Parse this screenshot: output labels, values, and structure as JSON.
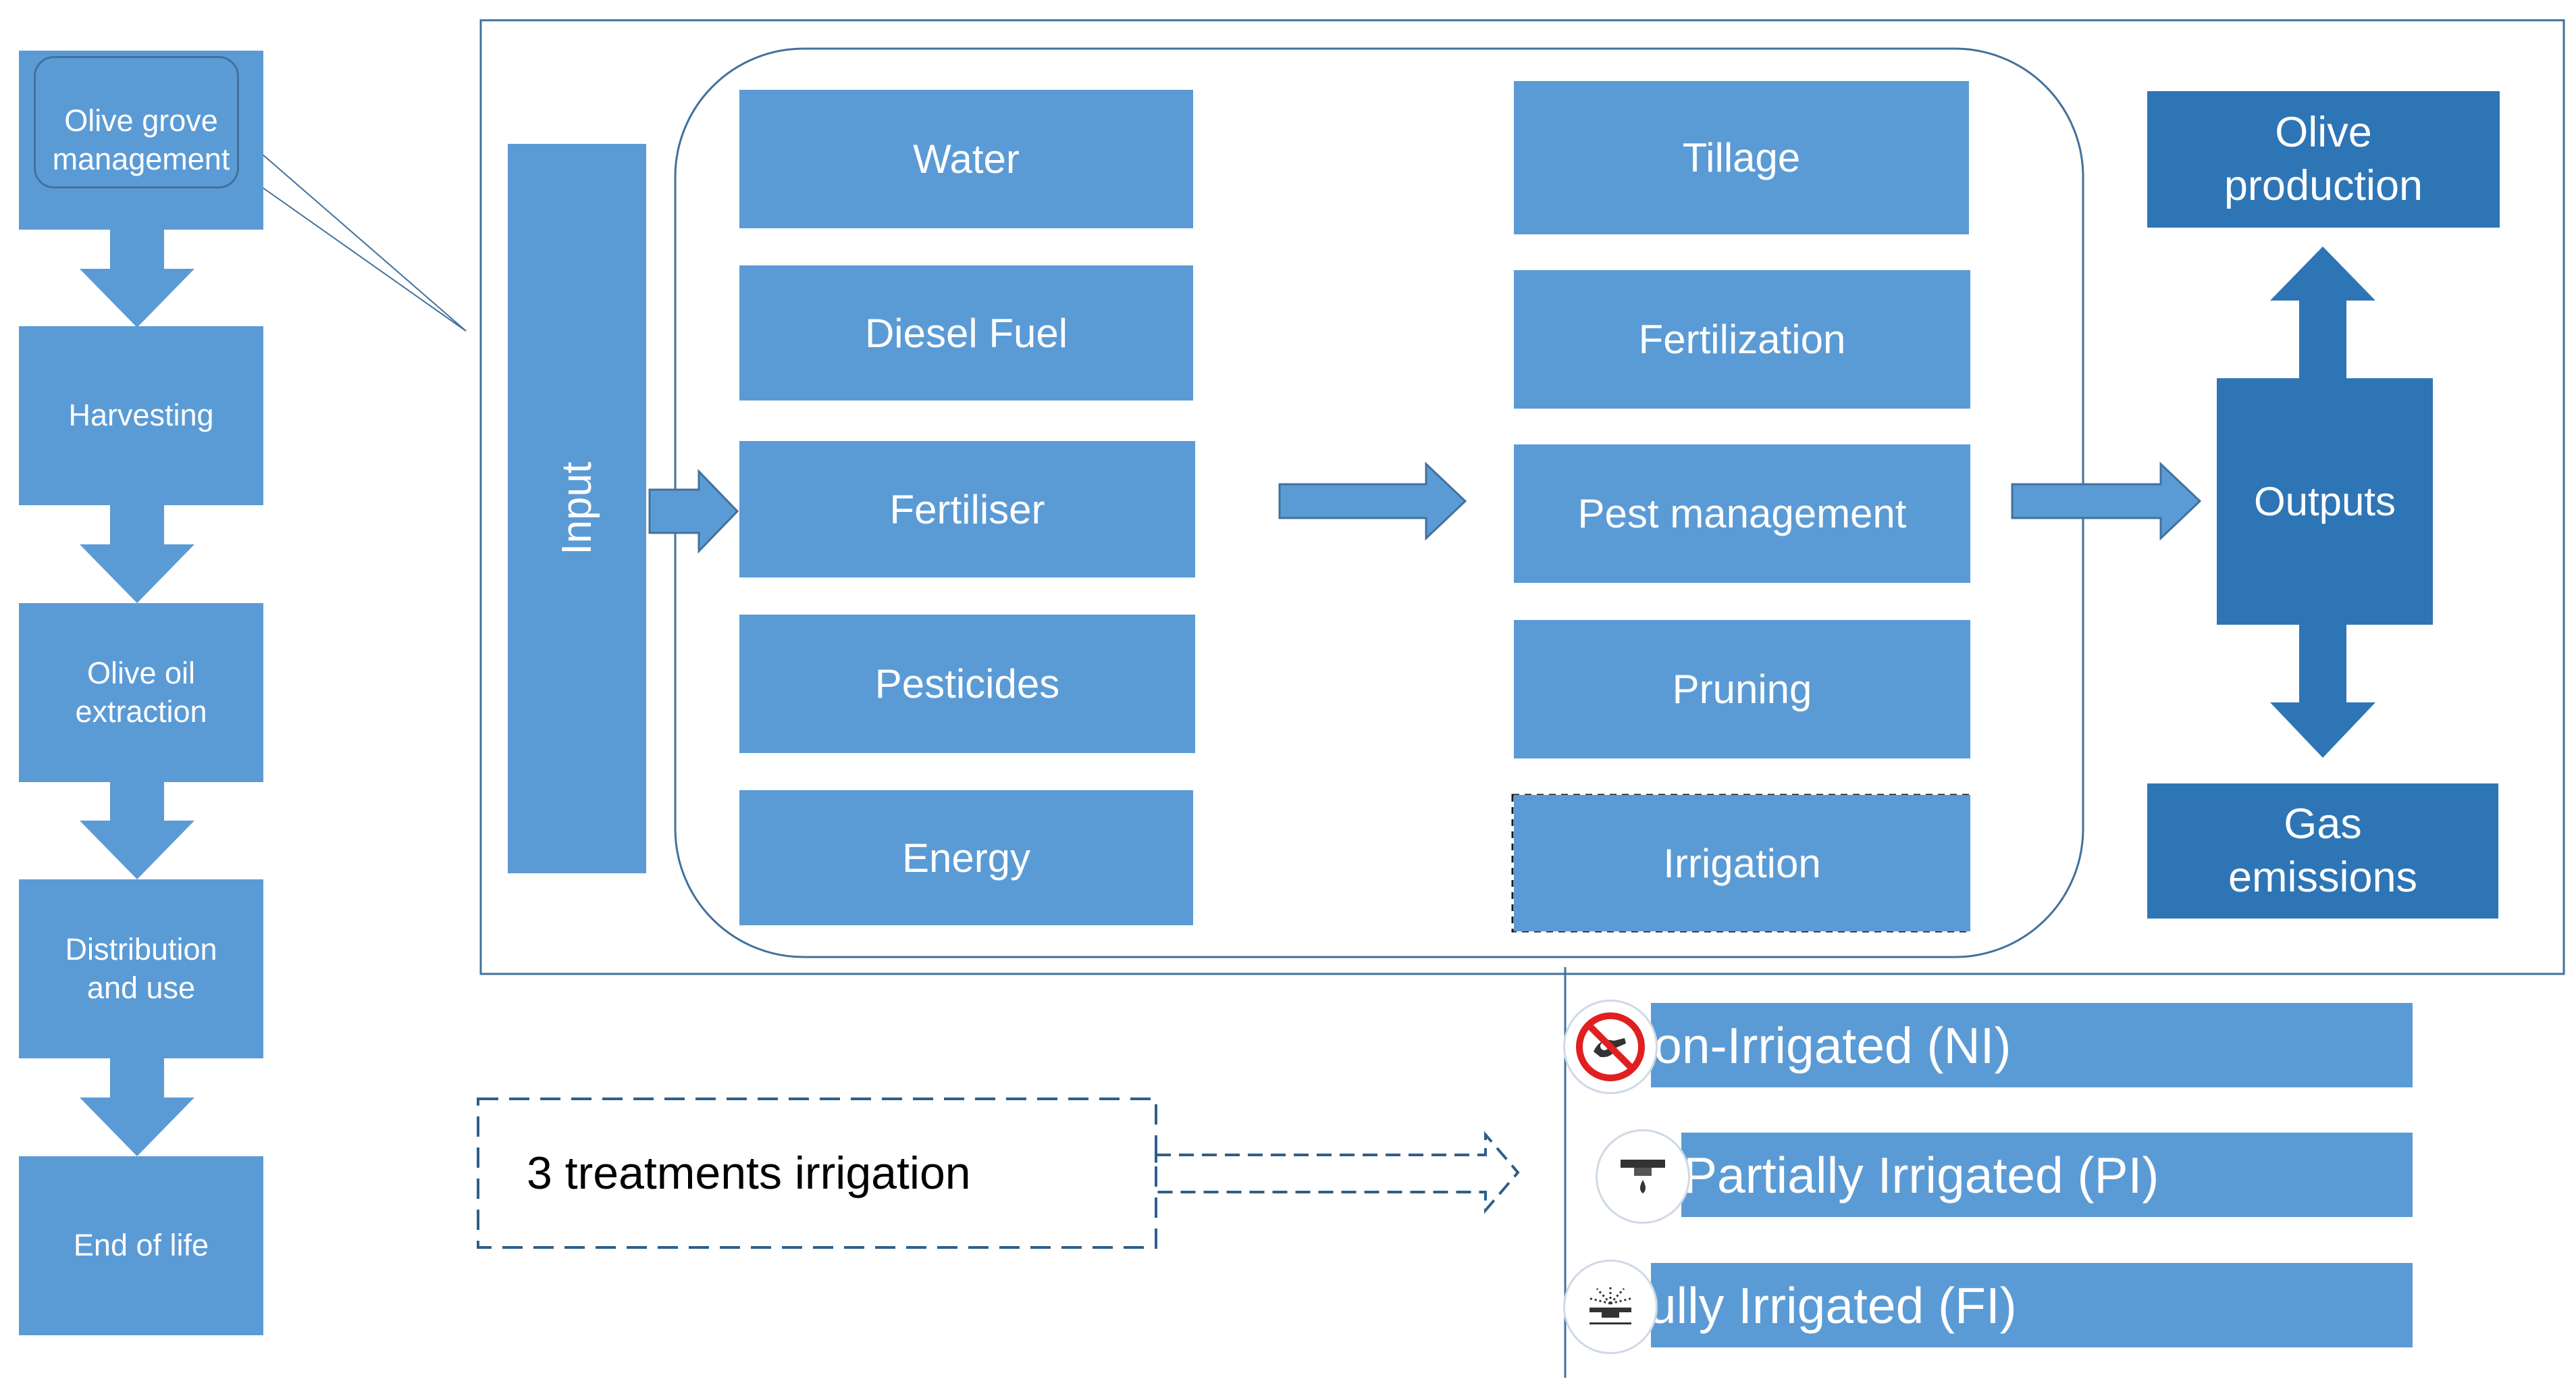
{
  "lifecycle": {
    "stages": [
      "Olive grove\nmanagement",
      "Harvesting",
      "Olive oil\nextraction",
      "Distribution\nand use",
      "End of life"
    ]
  },
  "input_label": "Input",
  "inputs": [
    "Water",
    "Diesel Fuel",
    "Fertiliser",
    "Pesticides",
    "Energy"
  ],
  "operations": [
    "Tillage",
    "Fertilization",
    "Pest management",
    "Pruning",
    "Irrigation"
  ],
  "outputs": {
    "center": "Outputs",
    "top": "Olive\nproduction",
    "bottom": "Gas\nemissions"
  },
  "treatments": {
    "label": "3 treatments irrigation",
    "items": [
      {
        "label": "Non-Irrigated (NI)",
        "icon": "no-irrigation-icon"
      },
      {
        "label": "Partially Irrigated (PI)",
        "icon": "drip-irrigation-icon"
      },
      {
        "label": "Fully Irrigated (FI)",
        "icon": "sprinkler-irrigation-icon"
      }
    ]
  },
  "colors": {
    "box": "#5b9bd5",
    "box_dark": "#2e75b6",
    "outline": "#41719c"
  }
}
